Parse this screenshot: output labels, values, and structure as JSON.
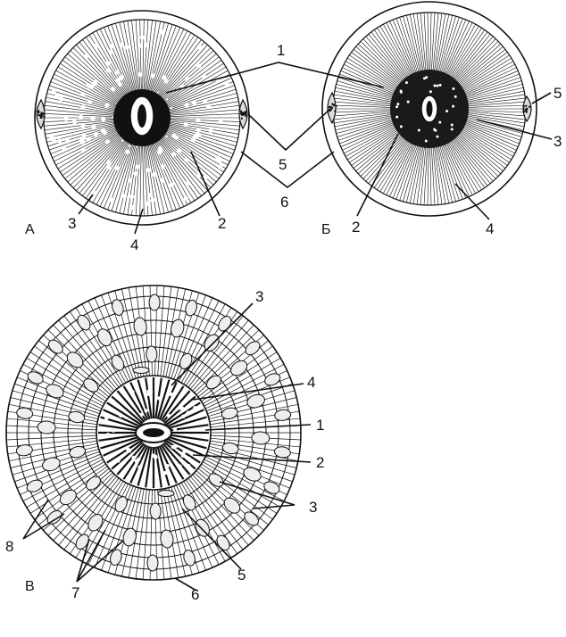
{
  "panels": [
    {
      "id": "a",
      "letter": "А",
      "labels": {
        "n1": "1",
        "n2": "2",
        "n3": "3",
        "n4": "4",
        "n5": "5",
        "n6": "6"
      }
    },
    {
      "id": "b",
      "letter": "Б",
      "labels": {
        "n2": "2",
        "n3": "3",
        "n4": "4",
        "n5": "5"
      }
    },
    {
      "id": "c",
      "letter": "В",
      "labels": {
        "n1": "1",
        "n2": "2",
        "n3a": "3",
        "n3b": "3",
        "n4": "4",
        "n5": "5",
        "n6": "6",
        "n7": "7",
        "n8": "8"
      }
    }
  ],
  "colors": {
    "ink": "#111111",
    "paper": "#ffffff"
  }
}
